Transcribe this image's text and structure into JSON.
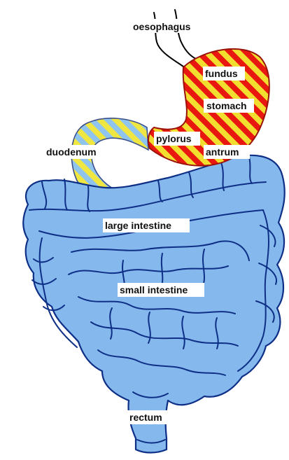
{
  "diagram": {
    "labels": {
      "oesophagus": "oesophagus",
      "fundus": "fundus",
      "stomach": "stomach",
      "pylorus": "pylorus",
      "antrum": "antrum",
      "duodenum": "duodenum",
      "large_intestine": "large intestine",
      "small_intestine": "small intestine",
      "rectum": "rectum"
    },
    "colors": {
      "stomach_stripe_a": "#e8170f",
      "stomach_stripe_b": "#f2de2e",
      "duodenum_stripe_a": "#8fc4ee",
      "duodenum_stripe_b": "#f0e642",
      "intestine_fill": "#85b8ec",
      "outline": "#0e2f86"
    }
  }
}
